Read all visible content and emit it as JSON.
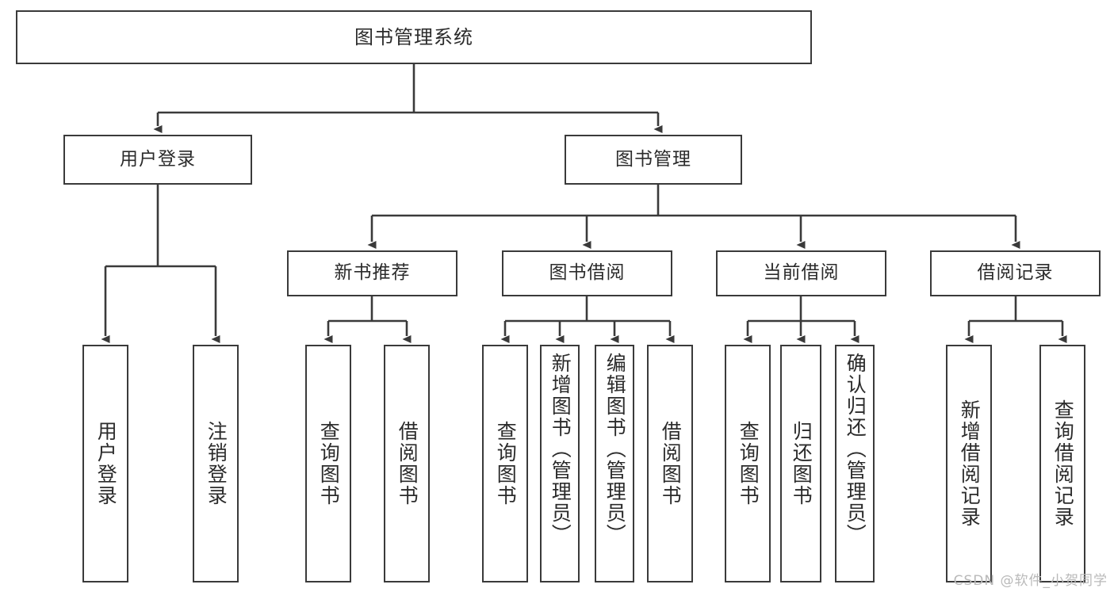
{
  "diagram": {
    "type": "tree",
    "title": "图书管理系统",
    "orientation": "top-down",
    "colors": {
      "box_border": "#3a3a3a",
      "box_fill": "#ffffff",
      "connector": "#3a3a3a",
      "text": "#2b2b2b",
      "watermark": "#b9b9b9",
      "background": "#ffffff"
    }
  },
  "root": {
    "label": "图书管理系统"
  },
  "level1": [
    {
      "id": "user-login",
      "label": "用户登录"
    },
    {
      "id": "book-manage",
      "label": "图书管理"
    }
  ],
  "level2": [
    {
      "id": "new-book-rec",
      "label": "新书推荐"
    },
    {
      "id": "book-borrow",
      "label": "图书借阅"
    },
    {
      "id": "current-borrow",
      "label": "当前借阅"
    },
    {
      "id": "borrow-record",
      "label": "借阅记录"
    }
  ],
  "leaves": {
    "user_login": [
      {
        "id": "leaf-user-login",
        "label": "用户登录"
      },
      {
        "id": "leaf-logout",
        "label": "注销登录"
      }
    ],
    "new_book_rec": [
      {
        "id": "leaf-query-book-1",
        "label": "查询图书"
      },
      {
        "id": "leaf-borrow-book-1",
        "label": "借阅图书"
      }
    ],
    "book_borrow": [
      {
        "id": "leaf-query-book-2",
        "label": "查询图书"
      },
      {
        "id": "leaf-add-book",
        "label": "新增图书（管理员）"
      },
      {
        "id": "leaf-edit-book",
        "label": "编辑图书（管理员）"
      },
      {
        "id": "leaf-borrow-book-2",
        "label": "借阅图书"
      }
    ],
    "current_borrow": [
      {
        "id": "leaf-query-book-3",
        "label": "查询图书"
      },
      {
        "id": "leaf-return-book",
        "label": "归还图书"
      },
      {
        "id": "leaf-confirm-return",
        "label": "确认归还（管理员）"
      }
    ],
    "borrow_record": [
      {
        "id": "leaf-add-record",
        "label": "新增借阅记录"
      },
      {
        "id": "leaf-query-record",
        "label": "查询借阅记录"
      }
    ]
  },
  "watermark": {
    "text": "CSDN @软件_小贺同学"
  }
}
